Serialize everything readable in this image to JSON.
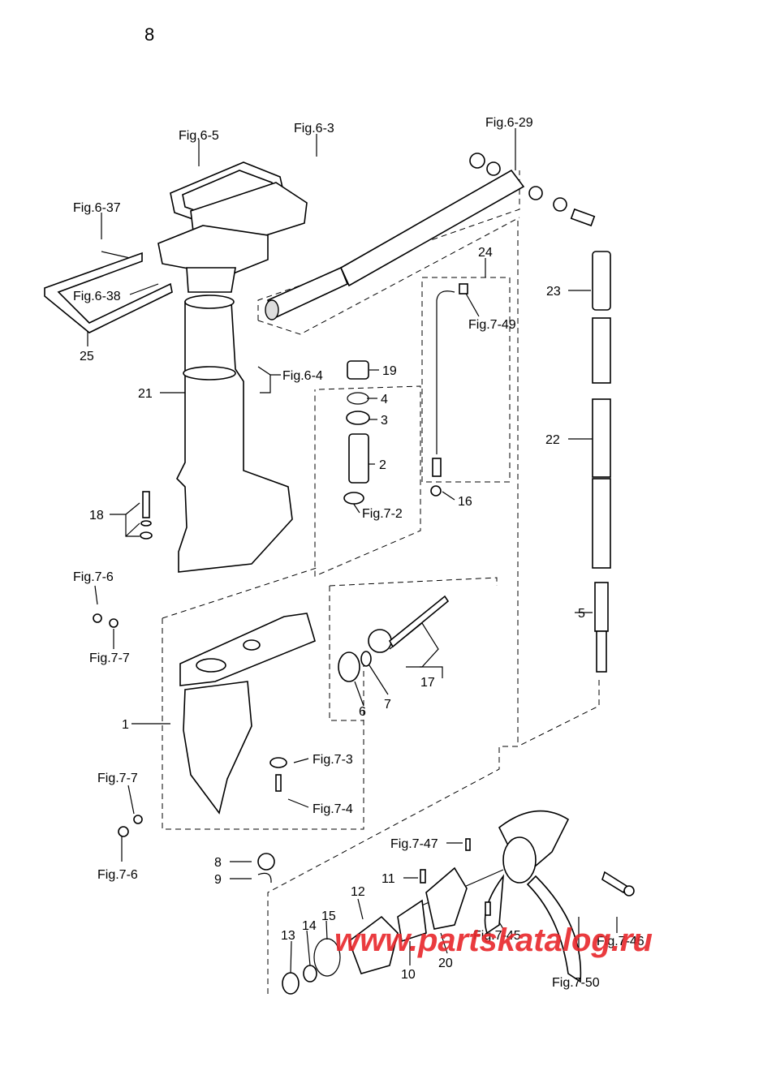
{
  "page_number": "8",
  "watermark": "www.partskatalog.ru",
  "labels": {
    "fig6_5": "Fig.6-5",
    "fig6_3": "Fig.6-3",
    "fig6_29": "Fig.6-29",
    "fig6_37": "Fig.6-37",
    "fig6_38": "Fig.6-38",
    "n25": "25",
    "n24": "24",
    "fig7_49": "Fig.7-49",
    "n23": "23",
    "n21": "21",
    "fig6_4": "Fig.6-4",
    "n19": "19",
    "n4": "4",
    "n3": "3",
    "n2": "2",
    "n22": "22",
    "n16": "16",
    "n18": "18",
    "fig7_2": "Fig.7-2",
    "fig7_6a": "Fig.7-6",
    "fig7_7a": "Fig.7-7",
    "n5": "5",
    "n17": "17",
    "n6": "6",
    "n7": "7",
    "n1": "1",
    "fig7_3": "Fig.7-3",
    "fig7_7b": "Fig.7-7",
    "fig7_4": "Fig.7-4",
    "fig7_6b": "Fig.7-6",
    "n8": "8",
    "n9": "9",
    "fig7_47": "Fig.7-47",
    "n11": "11",
    "n12": "12",
    "n13": "13",
    "n14": "14",
    "n15": "15",
    "n10": "10",
    "n20": "20",
    "fig7_45": "Fig.7-45",
    "fig7_46": "Fig.7-46",
    "fig7_50": "Fig.7-50"
  },
  "colors": {
    "line": "#000000",
    "background": "#ffffff",
    "watermark": "#e8262b"
  }
}
